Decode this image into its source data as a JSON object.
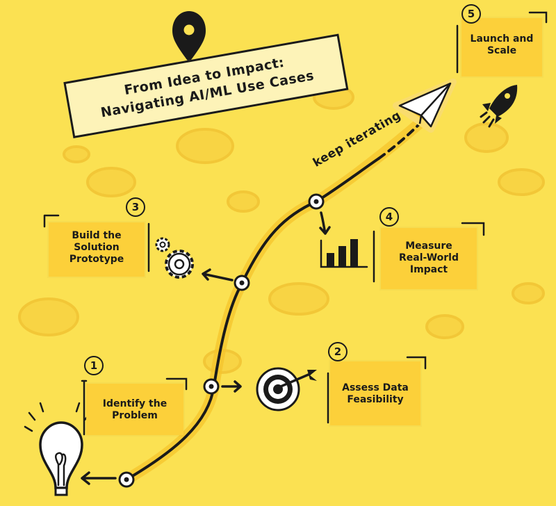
{
  "title": {
    "line1": "From Idea to Impact:",
    "line2": "Navigating AI/ML Use Cases"
  },
  "path_annotation": "keep iterating",
  "steps": [
    {
      "number": "1",
      "label": [
        "Identify the",
        "Problem"
      ],
      "icon": "lightbulb-icon"
    },
    {
      "number": "2",
      "label": [
        "Assess Data",
        "Feasibility"
      ],
      "icon": "target-icon"
    },
    {
      "number": "3",
      "label": [
        "Build the",
        "Solution",
        "Prototype"
      ],
      "icon": "gears-icon"
    },
    {
      "number": "4",
      "label": [
        "Measure",
        "Real-World",
        "Impact"
      ],
      "icon": "bar-chart-icon"
    },
    {
      "number": "5",
      "label": [
        "Launch and",
        "Scale"
      ],
      "icon": "rocket-icon"
    }
  ],
  "colors": {
    "background": "#FBE152",
    "box": "#FCD03A",
    "title_plate": "#FDF3B8",
    "ink": "#1A1A1A",
    "glow": "#F7C52E"
  },
  "decorations": [
    "map-pin-icon",
    "paper-plane-icon"
  ]
}
